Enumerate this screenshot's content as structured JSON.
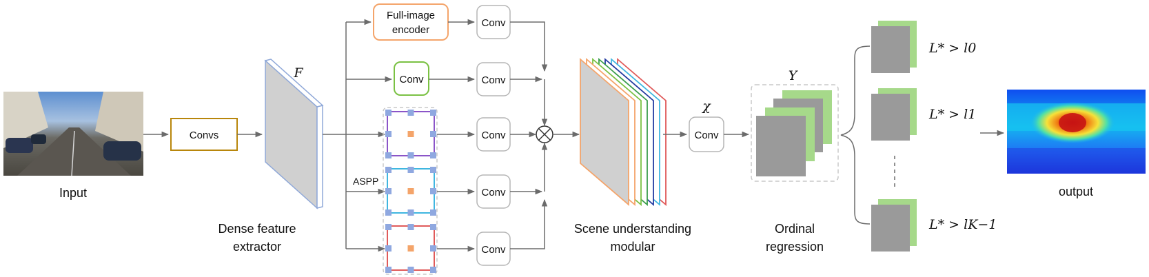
{
  "labels": {
    "input": "Input",
    "convs": "Convs",
    "dense_feature_line1": "Dense feature",
    "dense_feature_line2": "extractor",
    "feature_symbol": "F",
    "full_image_line1": "Full-image",
    "full_image_line2": "encoder",
    "conv": "Conv",
    "aspp": "ASPP",
    "scene_line1": "Scene understanding",
    "scene_line2": "modular",
    "chi_symbol": "χ",
    "ordinal_line1": "Ordinal",
    "ordinal_line2": "regression",
    "y_symbol": "Y",
    "threshold_0": "L* > l0",
    "threshold_1": "L* > l1",
    "threshold_k": "L* > lK−1",
    "output": "output",
    "product_symbol": "⊗"
  },
  "colors": {
    "arrow": "#6b6b6b",
    "convs_border": "#b8860b",
    "feature_border": "#8fa8d8",
    "full_image_border": "#f4a46a",
    "conv_green_border": "#7ac143",
    "conv_gray_border": "#b5b5b5",
    "aspp_purple": "#8b55c8",
    "aspp_cyan": "#3fb6e0",
    "aspp_red": "#e05a5a",
    "aspp_dot_blue": "#8fa8e0",
    "aspp_dot_orange": "#f4a46a",
    "gray_block": "#9a9a9a",
    "green_block": "#a6d98a",
    "dashed_gray": "#c8c8c8"
  },
  "scene_stack_colors": [
    "#f4a46a",
    "#f4a46a",
    "#7ac143",
    "#3a9d4c",
    "#233aa0",
    "#3fb6e0",
    "#e05a5a"
  ]
}
